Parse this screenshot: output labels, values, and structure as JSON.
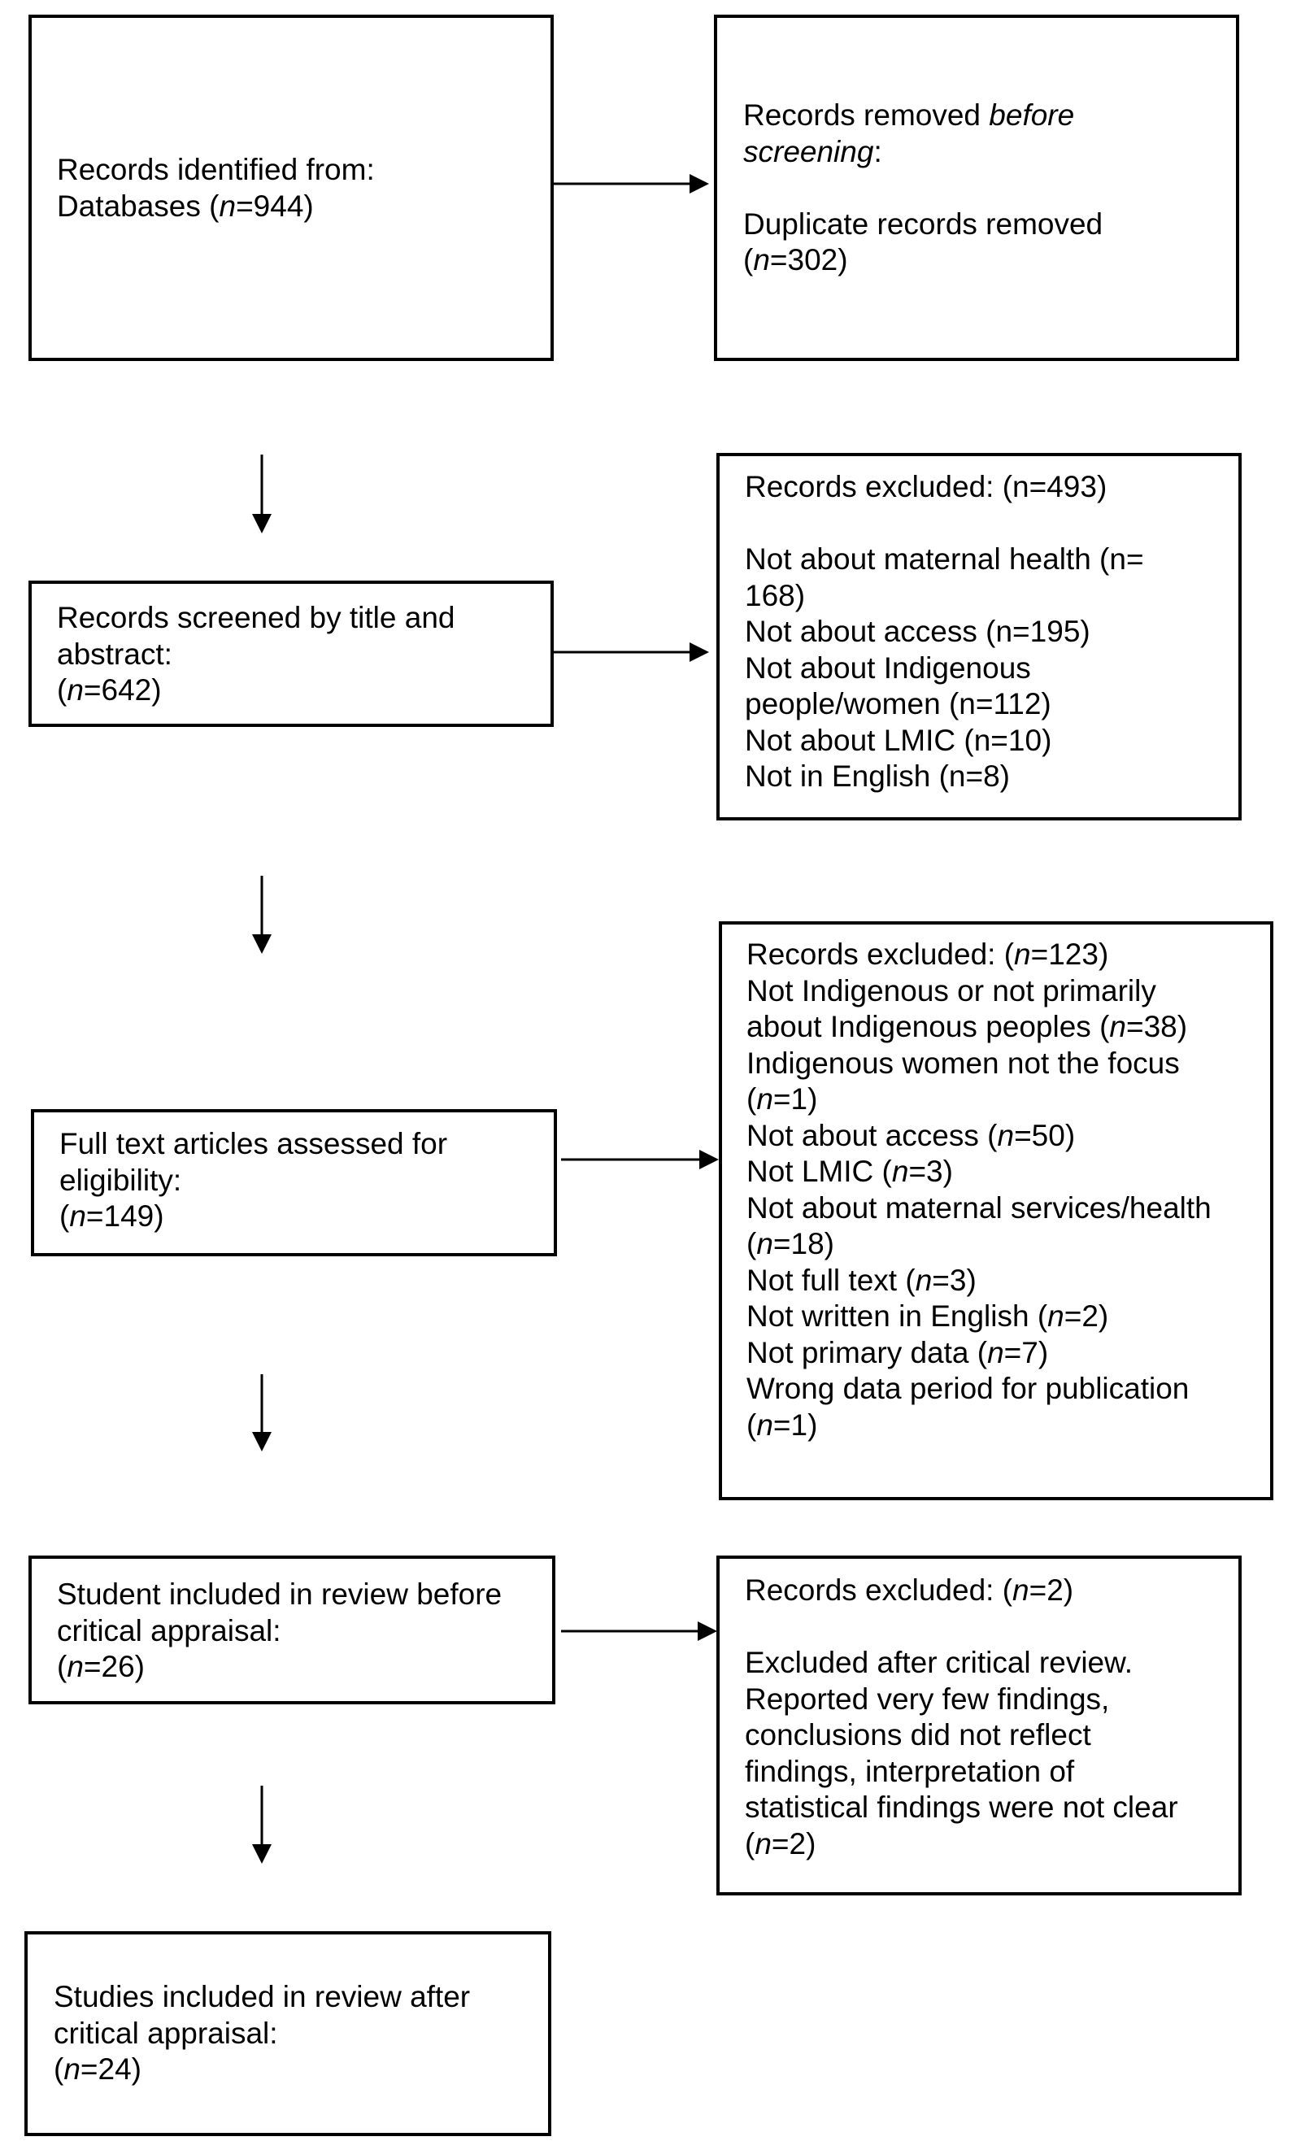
{
  "left_boxes": {
    "identified": [
      {
        "text": "Records identified from:"
      },
      {
        "pre": "Databases (",
        "em": "n",
        "post": "=944)"
      }
    ],
    "screened": [
      {
        "text": "Records screened by title and"
      },
      {
        "text": "abstract:"
      },
      {
        "pre": "(",
        "em": "n",
        "post": "=642)"
      }
    ],
    "fulltext": [
      {
        "text": "Full text articles assessed for"
      },
      {
        "text": "eligibility:"
      },
      {
        "pre": "(",
        "em": "n",
        "post": "=149)"
      }
    ],
    "before_appraisal": [
      {
        "text": "Student included in review before"
      },
      {
        "text": "critical appraisal:"
      },
      {
        "pre": "(",
        "em": "n",
        "post": "=26)"
      }
    ],
    "after_appraisal": [
      {
        "text": "Studies included in review after"
      },
      {
        "text": "critical appraisal:"
      },
      {
        "pre": "(",
        "em": "n",
        "post": "=24)"
      }
    ]
  },
  "right_boxes": {
    "removed": [
      {
        "pre": "Records removed ",
        "em": "before",
        "post": ""
      },
      {
        "pre": "",
        "em": "screening",
        "post": ":"
      },
      {
        "text": ""
      },
      {
        "text": "Duplicate records removed"
      },
      {
        "pre": "(",
        "em": "n",
        "post": "=302)"
      }
    ],
    "excluded_screen": [
      {
        "text": "Records excluded: (n=493)"
      },
      {
        "text": ""
      },
      {
        "text": "Not about maternal health (n="
      },
      {
        "text": "168)"
      },
      {
        "text": "Not about access (n=195)"
      },
      {
        "text": "Not about Indigenous"
      },
      {
        "text": "people/women (n=112)"
      },
      {
        "text": "Not about LMIC (n=10)"
      },
      {
        "text": "Not in English (n=8)"
      }
    ],
    "excluded_fulltext": [
      {
        "pre": "Records excluded: (",
        "em": "n",
        "post": "=123)"
      },
      {
        "text": "Not Indigenous or not primarily"
      },
      {
        "pre": "about Indigenous peoples (",
        "em": "n",
        "post": "=38)"
      },
      {
        "text": "Indigenous women not the focus"
      },
      {
        "pre": "(",
        "em": "n",
        "post": "=1)"
      },
      {
        "pre": "Not about access (",
        "em": "n",
        "post": "=50)"
      },
      {
        "pre": "Not LMIC (",
        "em": "n",
        "post": "=3)"
      },
      {
        "text": "Not about maternal services/health"
      },
      {
        "pre": "(",
        "em": "n",
        "post": "=18)"
      },
      {
        "pre": "Not full text (",
        "em": "n",
        "post": "=3)"
      },
      {
        "pre": "Not written in English (",
        "em": "n",
        "post": "=2)"
      },
      {
        "pre": "Not primary data (",
        "em": "n",
        "post": "=7)"
      },
      {
        "text": "Wrong data period for publication"
      },
      {
        "pre": "(",
        "em": "n",
        "post": "=1)"
      }
    ],
    "excluded_appraisal": [
      {
        "pre": "Records excluded: (",
        "em": "n",
        "post": "=2)"
      },
      {
        "text": ""
      },
      {
        "text": "Excluded after critical review."
      },
      {
        "text": "Reported very few findings,"
      },
      {
        "text": "conclusions did not reflect"
      },
      {
        "text": "findings, interpretation of"
      },
      {
        "text": "statistical findings were not clear"
      },
      {
        "pre": "(",
        "em": "n",
        "post": "=2)"
      }
    ]
  }
}
